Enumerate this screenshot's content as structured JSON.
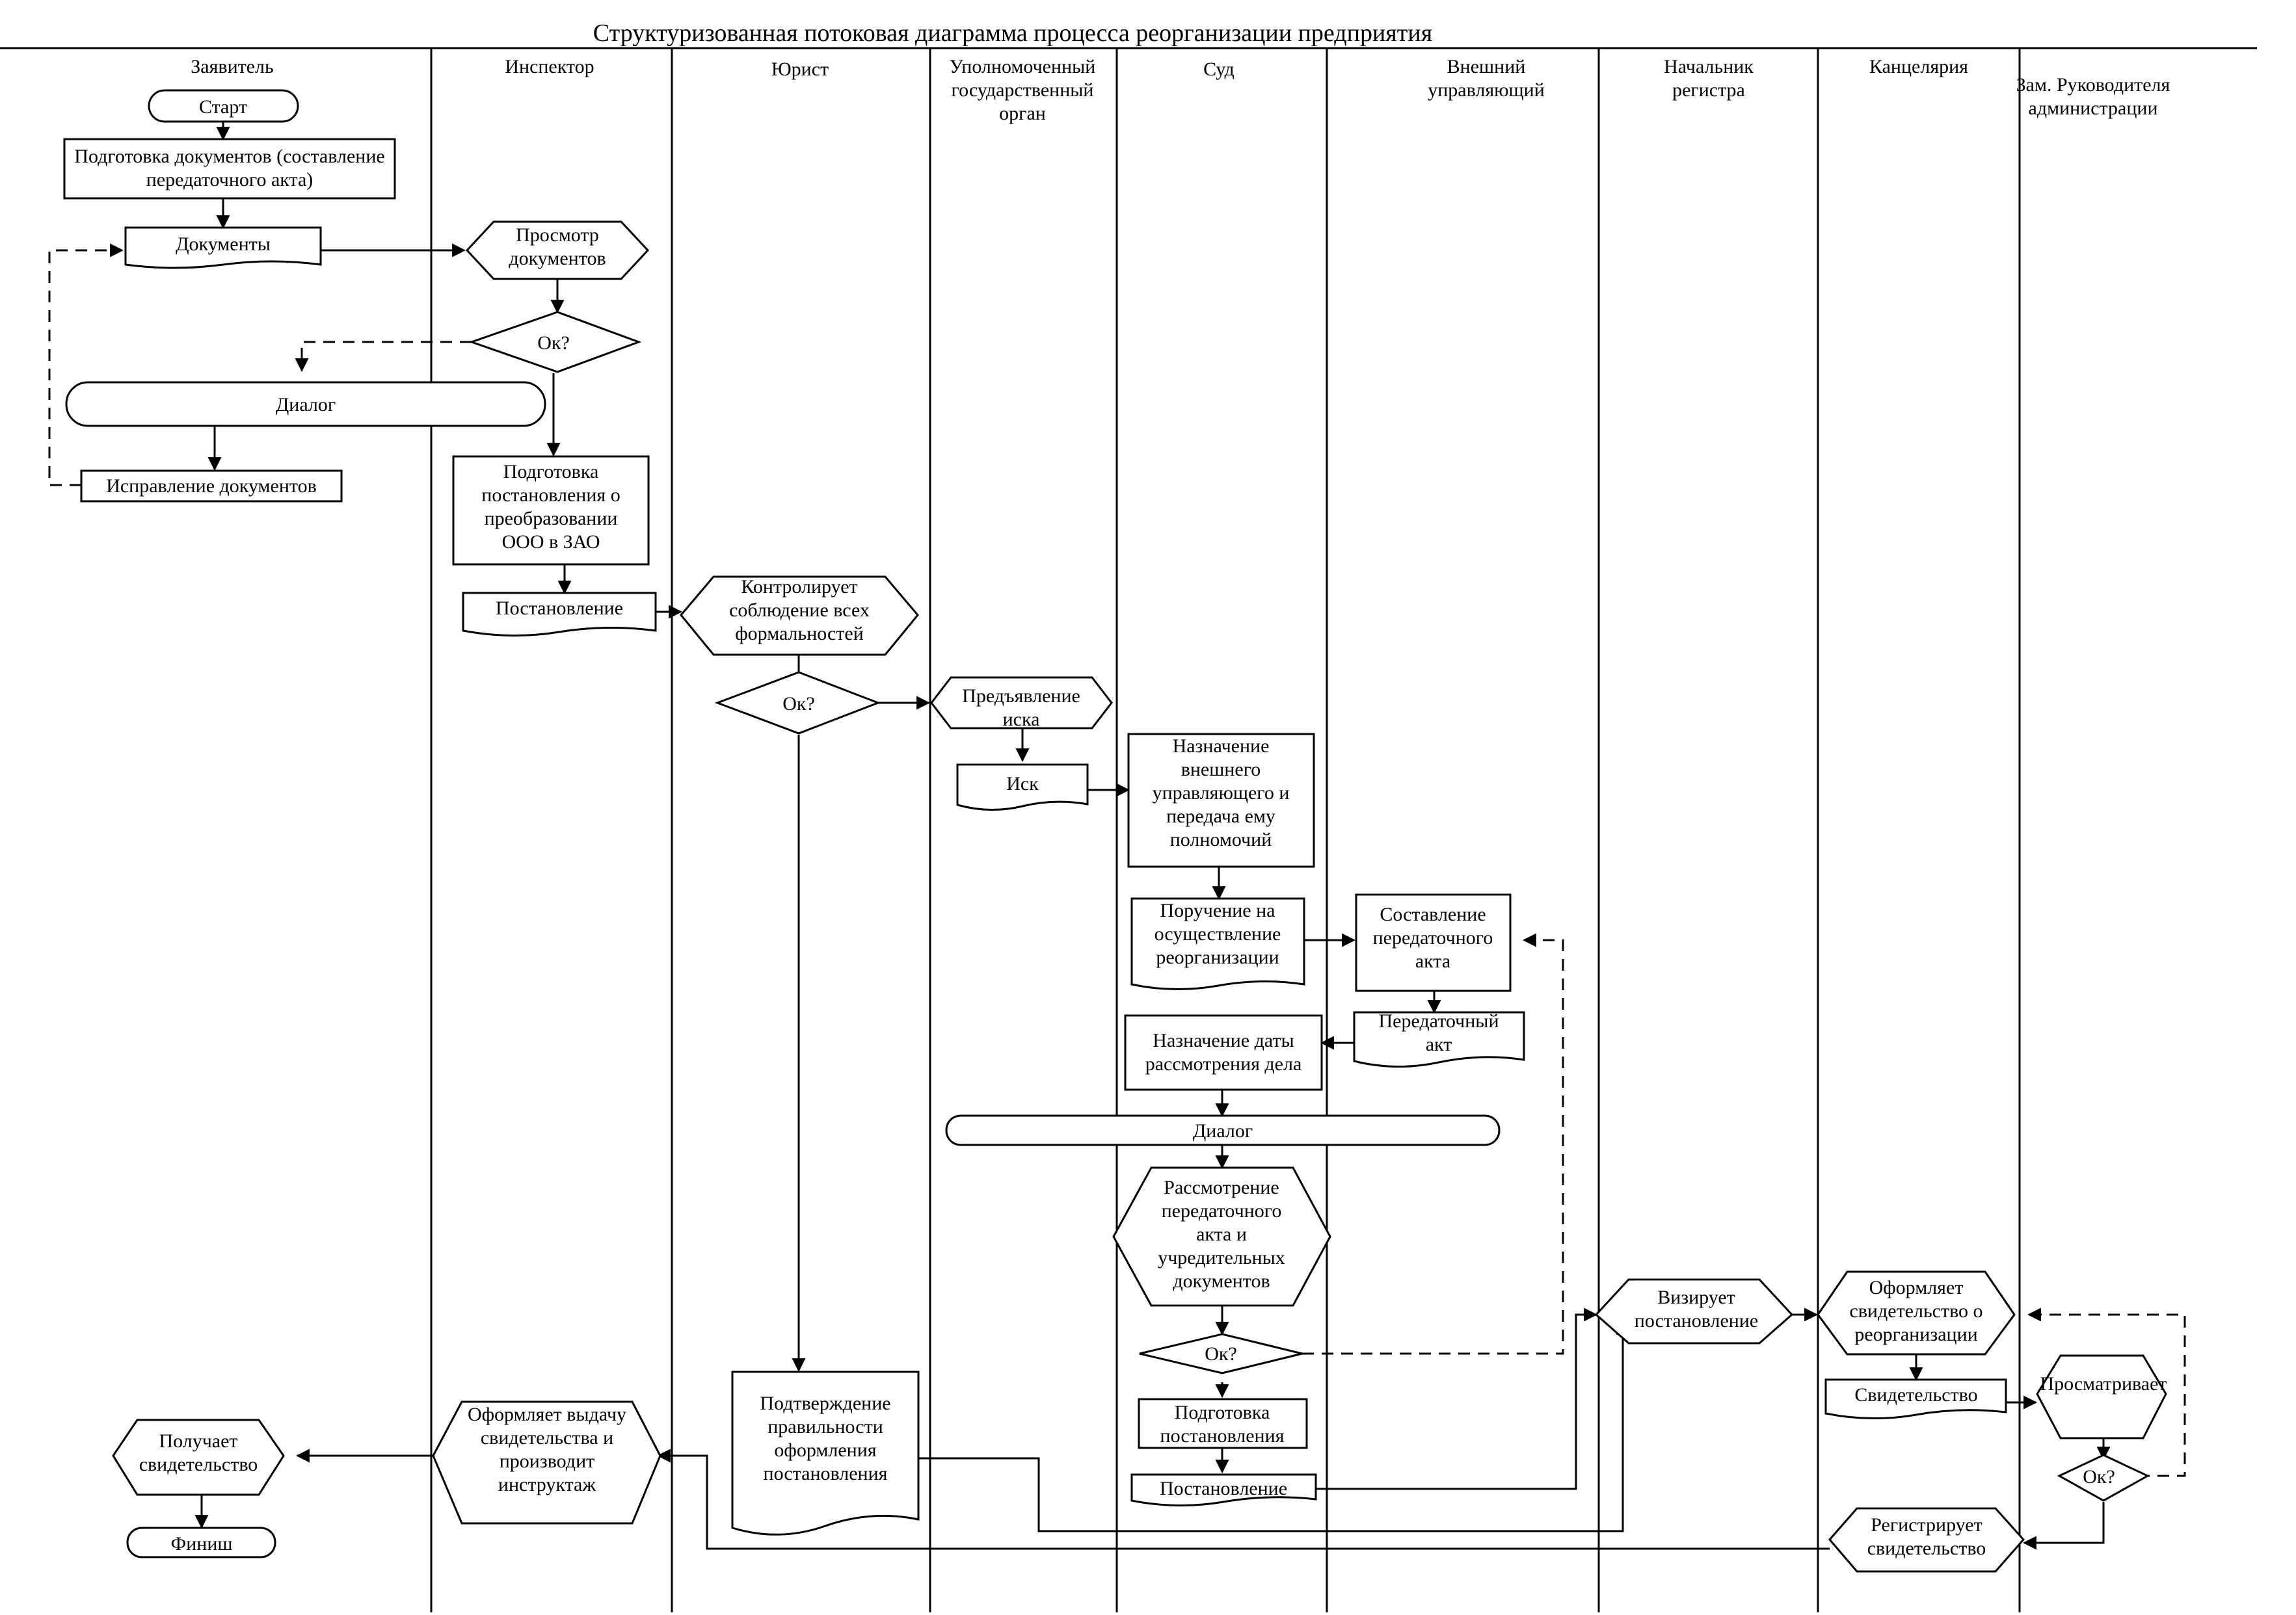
{
  "title": "Структуризованная потоковая диаграмма процесса реорганизации предприятия",
  "lanes": [
    {
      "label": "Заявитель"
    },
    {
      "label": "Инспектор"
    },
    {
      "label": "Юрист"
    },
    {
      "label": "Уполномоченный государственный орган"
    },
    {
      "label": "Суд"
    },
    {
      "label": "Внешний управляющий"
    },
    {
      "label": "Начальник регистра"
    },
    {
      "label": "Канцелярия"
    },
    {
      "label": "Зам. Руководителя администрации"
    }
  ],
  "nodes": {
    "start": "Старт",
    "prep_docs": "Подготовка документов (составление передаточного акта)",
    "docs": "Документы",
    "view_docs": "Просмотр документов",
    "ok1": "Ок?",
    "dialog1": "Диалог",
    "fix_docs": "Исправление документов",
    "prep_resolution": "Подготовка постановления о преобразовании ООО в ЗАО",
    "resolution1": "Постановление",
    "control": "Контролирует соблюдение всех формальностей",
    "ok2": "Ок?",
    "claim_present": "Предъявление иска",
    "claim": "Иск",
    "appoint_manager": "Назначение внешнего управляющего и передача ему полномочий",
    "order": "Поручение на осуществление реорганизации",
    "compose_act": "Составление передаточного акта",
    "act": "Передаточный акт",
    "appoint_date": "Назначение даты рассмотрения дела",
    "dialog2": "Диалог",
    "review_act": "Рассмотрение передаточного акта и учредительных документов",
    "ok3": "Ок?",
    "prep_resolution2": "Подготовка постановления",
    "resolution2": "Постановление",
    "confirm": "Подтверждение правильности оформления постановления",
    "issue_cert": "Оформляет выдачу свидетельства и производит инструктаж",
    "receive_cert": "Получает свидетельство",
    "finish": "Финиш",
    "visa": "Визирует постановление",
    "make_cert": "Оформляет свидетельство о реорганизации",
    "certificate": "Свидетельство",
    "views": "Просматривает",
    "ok4": "Ок?",
    "register_cert": "Регистрирует свидетельство"
  }
}
